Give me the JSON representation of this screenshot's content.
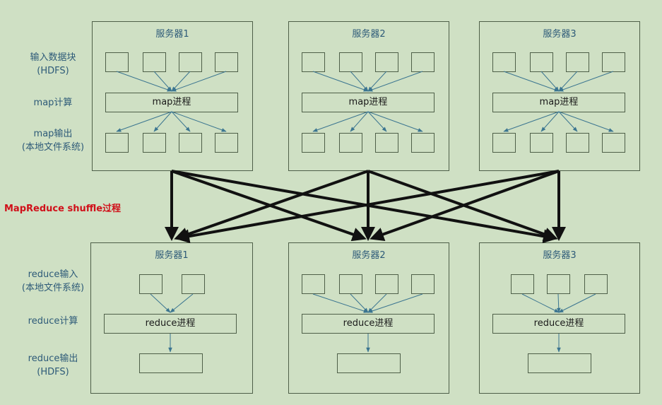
{
  "map_side": {
    "row_labels": {
      "input": "输入数据块\n(HDFS)",
      "compute": "map计算",
      "output": "map输出\n(本地文件系统)"
    },
    "servers": [
      {
        "title": "服务器1",
        "process": "map进程"
      },
      {
        "title": "服务器2",
        "process": "map进程"
      },
      {
        "title": "服务器3",
        "process": "map进程"
      }
    ]
  },
  "shuffle": {
    "label": "MapReduce shuffle过程"
  },
  "reduce_side": {
    "row_labels": {
      "input": "reduce输入\n(本地文件系统)",
      "compute": "reduce计算",
      "output": "reduce输出\n(HDFS)"
    },
    "servers": [
      {
        "title": "服务器1",
        "process": "reduce进程",
        "input_blocks": 2
      },
      {
        "title": "服务器2",
        "process": "reduce进程",
        "input_blocks": 4
      },
      {
        "title": "服务器3",
        "process": "reduce进程",
        "input_blocks": 3
      }
    ]
  },
  "colors": {
    "background": "#cfe0c4",
    "border": "#4e5f48",
    "label": "#2d5a78",
    "shuffle": "#d0101a",
    "arrow": "#3b7590",
    "shuffle_arrow": "#111111"
  }
}
